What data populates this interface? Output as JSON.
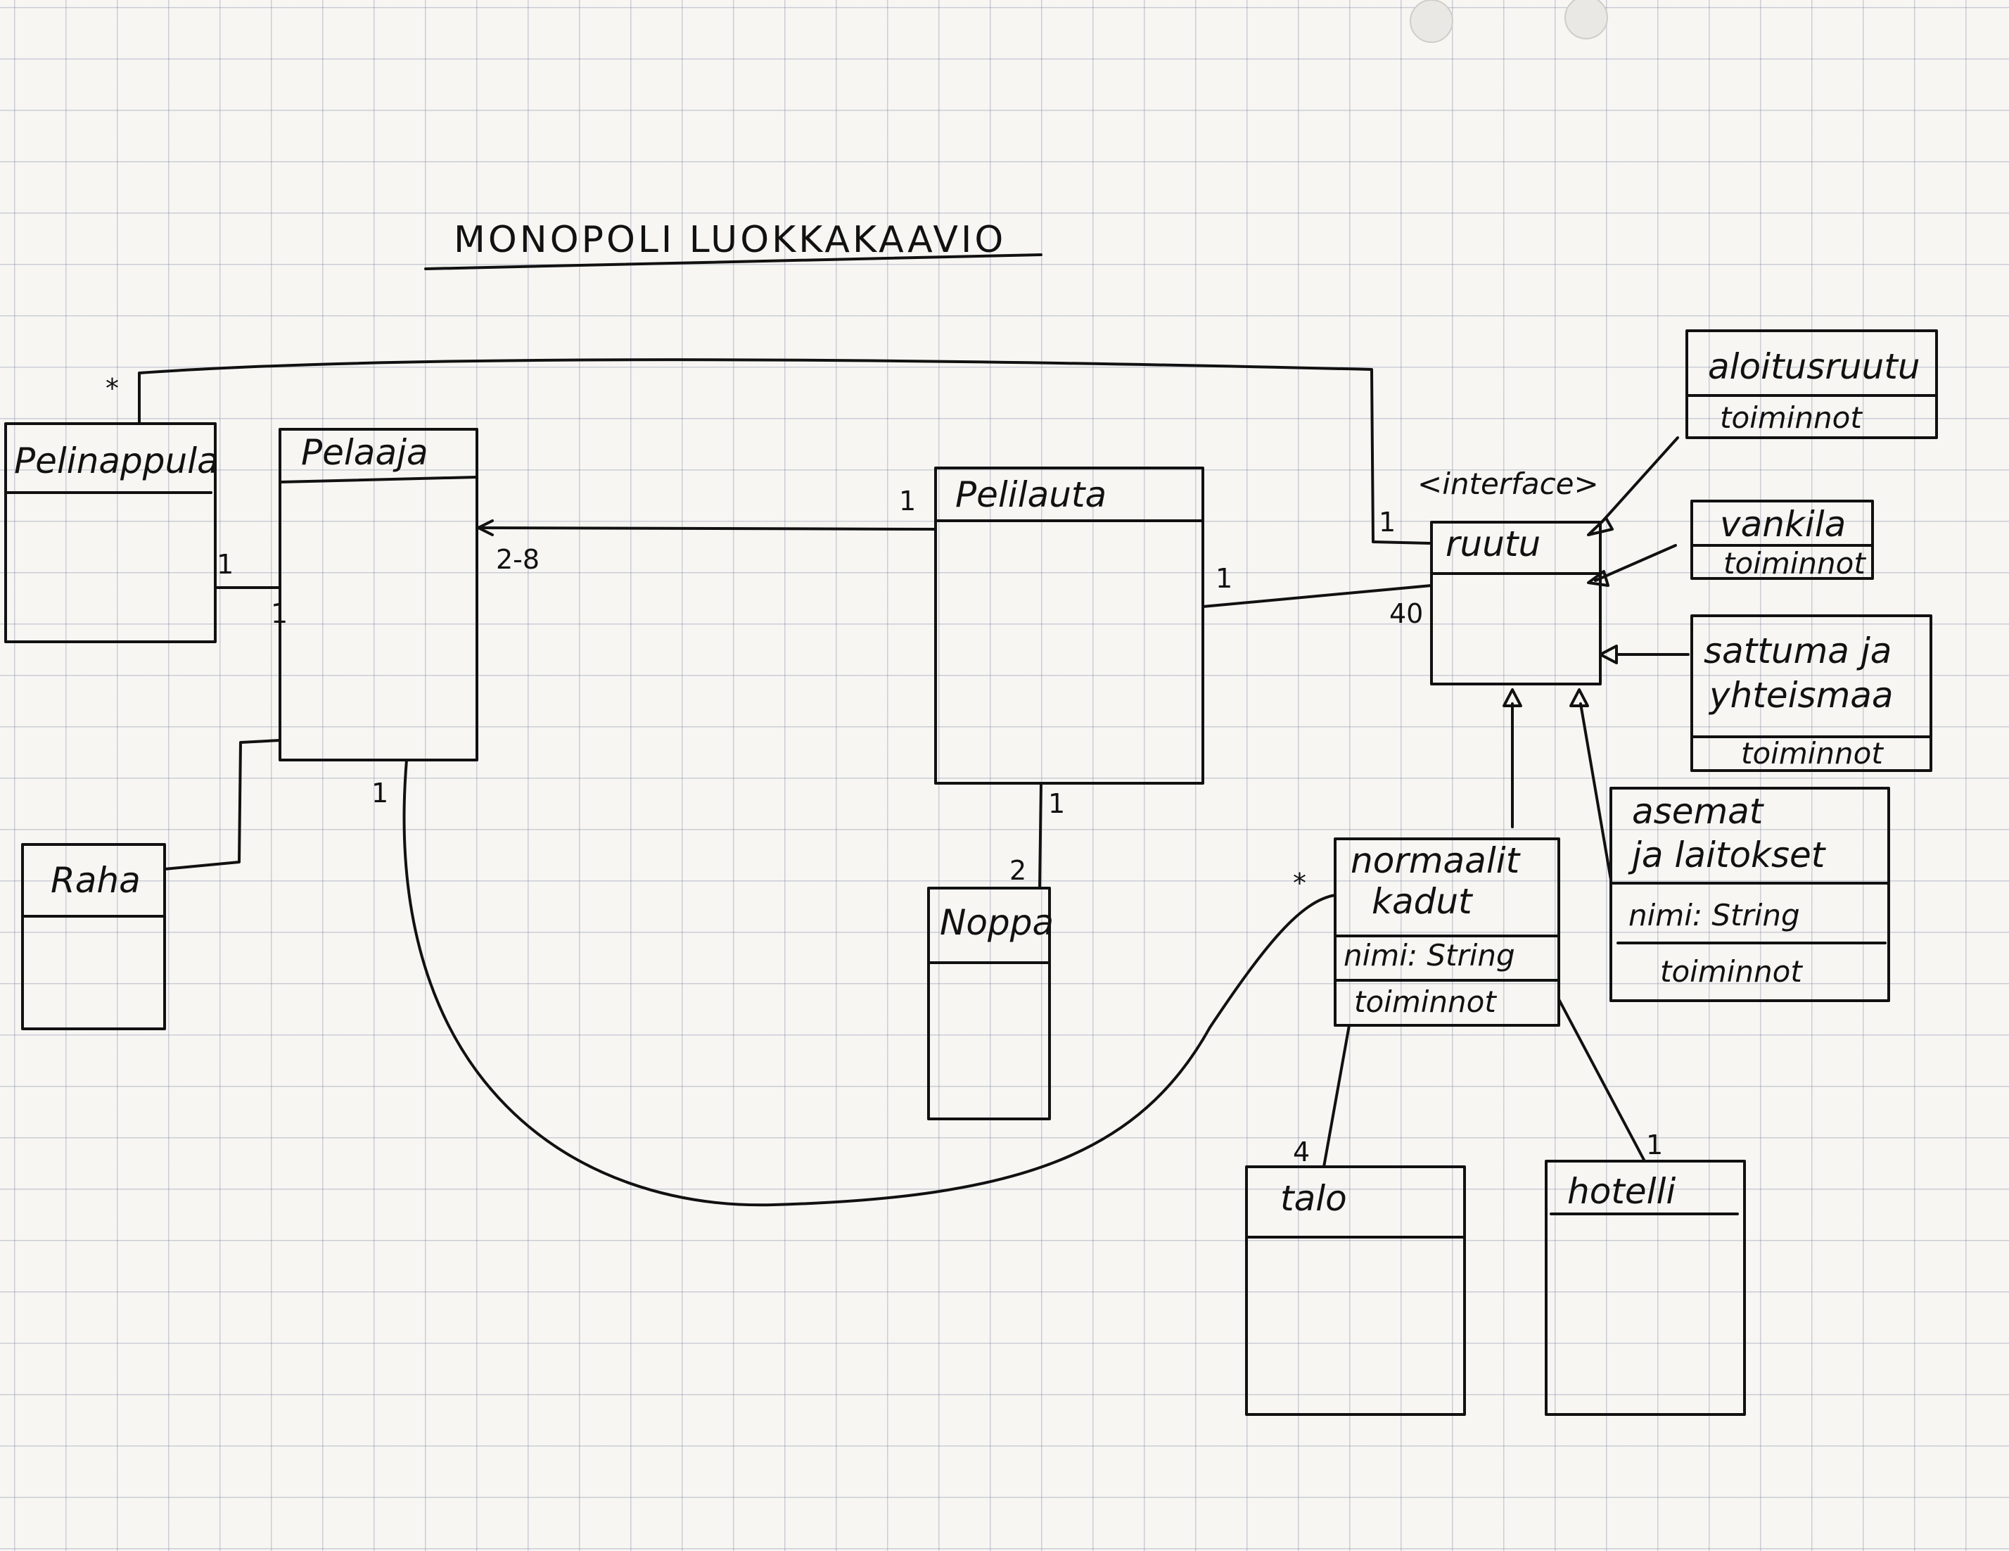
{
  "title": "MONOPOLI LUOKKAKAAVIO",
  "classes": {
    "pelinappula": {
      "name": "Pelinappula"
    },
    "pelaaja": {
      "name": "Pelaaja"
    },
    "pelilauta": {
      "name": "Pelilauta"
    },
    "raha": {
      "name": "Raha"
    },
    "noppa": {
      "name": "Noppa"
    },
    "ruutu": {
      "stereotype": "<interface>",
      "name": "ruutu"
    },
    "aloitusruutu": {
      "name": "aloitusruutu",
      "operations": "toiminnot"
    },
    "vankila": {
      "name": "vankila",
      "operations": "toiminnot"
    },
    "sattuma": {
      "name_line1": "sattuma ja",
      "name_line2": "yhteismaa",
      "operations": "toiminnot"
    },
    "asemat": {
      "name_line1": "asemat",
      "name_line2": "ja laitokset",
      "attribute": "nimi: String",
      "operations": "toiminnot"
    },
    "normaalit": {
      "name_line1": "normaalit",
      "name_line2": "kadut",
      "attribute": "nimi: String",
      "operations": "toiminnot"
    },
    "talo": {
      "name": "talo"
    },
    "hotelli": {
      "name": "hotelli"
    }
  },
  "multiplicities": {
    "nappula_ruutu_star": "*",
    "ruutu_nappula_1": "1",
    "nappula_pelaaja_1a": "1",
    "nappula_pelaaja_1b": "1",
    "pelilauta_pelaaja_1": "1",
    "pelaaja_pelilauta_2_8": "2-8",
    "pelilauta_ruutu_1": "1",
    "ruutu_40": "40",
    "pelilauta_noppa_1": "1",
    "noppa_2": "2",
    "pelaaja_kadut_1": "1",
    "kadut_star": "*",
    "talo_4": "4",
    "hotelli_1": "1"
  }
}
